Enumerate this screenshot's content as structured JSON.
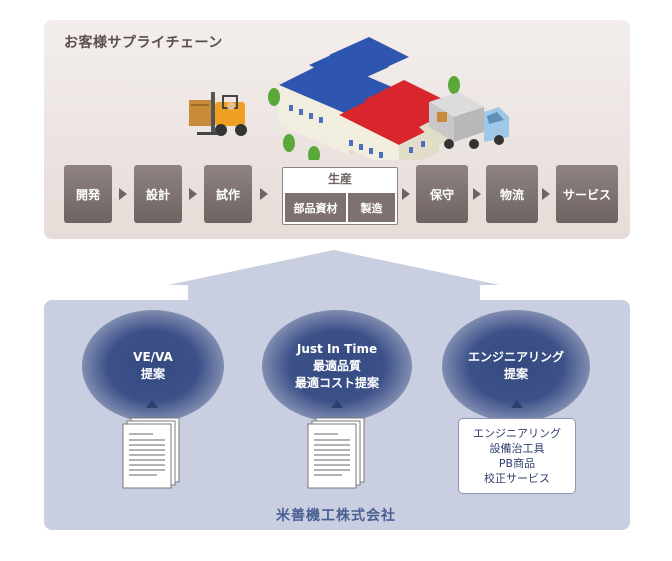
{
  "supply_chain": {
    "title": "お客様サプライチェーン",
    "steps": [
      "開発",
      "設計",
      "試作"
    ],
    "production": {
      "label": "生産",
      "sub": [
        "部品資材",
        "製造"
      ]
    },
    "after_steps": [
      "保守",
      "物流",
      "サービス"
    ]
  },
  "proposals": [
    {
      "lines": [
        "VE/VA",
        "提案"
      ]
    },
    {
      "lines": [
        "Just In Time",
        "最適品質",
        "最適コスト提案"
      ]
    },
    {
      "lines": [
        "エンジニアリング",
        "提案"
      ]
    }
  ],
  "engineering_items": [
    "エンジニアリング",
    "設備治工具",
    "PB商品",
    "校正サービス"
  ],
  "company": "米善機工株式会社",
  "colors": {
    "top_panel": "#e6dcd8",
    "step_box": "#7d7270",
    "bottom_panel": "#c9cfe0",
    "bubble": "#3d5189",
    "roof_blue": "#2e55b0",
    "roof_red": "#d9262c"
  }
}
